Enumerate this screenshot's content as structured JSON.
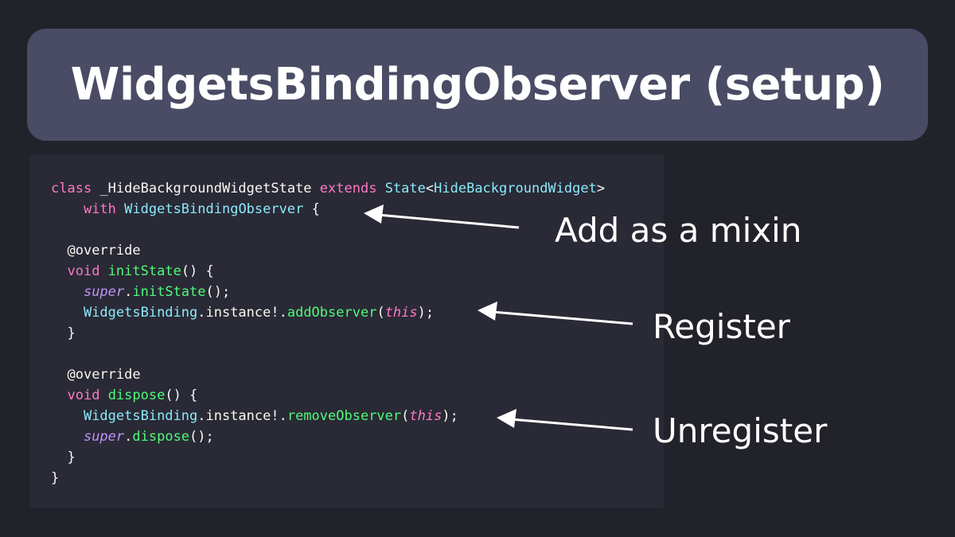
{
  "title": "WidgetsBindingObserver (setup)",
  "code": {
    "line1": {
      "kw_class": "class",
      "class_name": "_HideBackgroundWidgetState",
      "kw_extends": "extends",
      "base_type": "State",
      "lt": "<",
      "generic_type": "HideBackgroundWidget",
      "gt": ">"
    },
    "line2": {
      "kw_with": "with",
      "mixin": "WidgetsBindingObserver",
      "brace": "{"
    },
    "line4": {
      "annotation": "@override"
    },
    "line5": {
      "kw_void": "void",
      "method": "initState",
      "rest": "() {"
    },
    "line6": {
      "kw_super": "super",
      "dot": ".",
      "method": "initState",
      "rest": "();"
    },
    "line7": {
      "binding": "WidgetsBinding",
      "middle": ".instance!.",
      "method": "addObserver",
      "open": "(",
      "arg": "this",
      "close": ");"
    },
    "line8": {
      "brace": "}"
    },
    "line10": {
      "annotation": "@override"
    },
    "line11": {
      "kw_void": "void",
      "method": "dispose",
      "rest": "() {"
    },
    "line12": {
      "binding": "WidgetsBinding",
      "middle": ".instance!.",
      "method": "removeObserver",
      "open": "(",
      "arg": "this",
      "close": ");"
    },
    "line13": {
      "kw_super": "super",
      "dot": ".",
      "method": "dispose",
      "rest": "();"
    },
    "line14": {
      "brace": "}"
    },
    "line15": {
      "brace": "}"
    }
  },
  "callouts": {
    "mixin": "Add as a mixin",
    "register": "Register",
    "unregister": "Unregister"
  },
  "colors": {
    "background": "#22222b",
    "title_bar": "#4a4b64",
    "code_panel": "#292a35",
    "keyword": "#ff79c6",
    "type": "#8be9fd",
    "function": "#50fa7b",
    "super": "#bd93f9",
    "text": "#f8f8f2"
  }
}
